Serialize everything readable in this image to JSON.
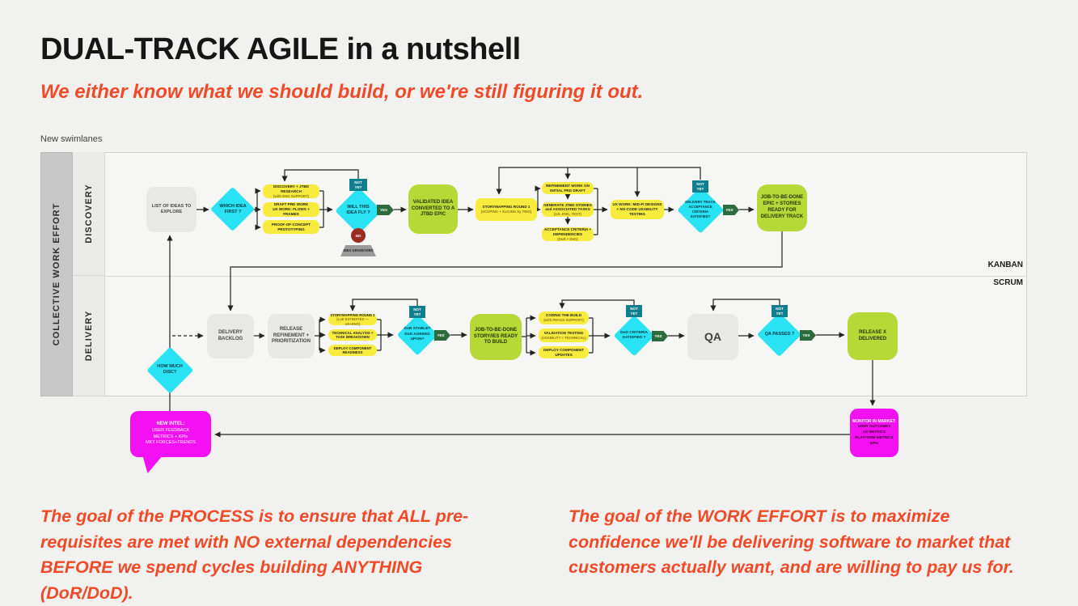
{
  "header": {
    "title": "DUAL-TRACK AGILE in a nutshell",
    "subtitle": "We either know what we should build, or we're still figuring it out.",
    "diagram_caption": "New swimlanes"
  },
  "lanes": {
    "outer": "COLLECTIVE WORK EFFORT",
    "discovery": "DISCOVERY",
    "delivery": "DELIVERY",
    "kanban": "KANBAN",
    "scrum": "SCRUM"
  },
  "badges": {
    "not_yet": "NOT YET",
    "yes": "YES",
    "no": "NO"
  },
  "discovery": {
    "list_ideas": "LIST OF IDEAS TO EXPLORE",
    "which_idea": "WHICH IDEA FIRST ?",
    "research": {
      "t": "DISCOVERY + JTBD RESEARCH",
      "s": "(with ENG SUPPORT)"
    },
    "prd": {
      "t": "DRAFT PRD WORK",
      "s": "UX WORK: FLOWS + FRAMES"
    },
    "poc": "PROOF-OF-CONCEPT PROTOTYPING",
    "will_fly": "WILL THIS IDEA FLY ?",
    "graveyard": "IDEA GRAVEYARD",
    "validated": "VALIDATED IDEA CONVERTED TO A JTBD EPIC",
    "storymap1": {
      "t": "STORYMAPPING ROUND 1",
      "s": "(SCOPING + SLICING by TRIO)"
    },
    "refinement": "REFINEMENT WORK ON INITIAL PRD DRAFT",
    "stories": {
      "t": "GENERATE JTBD STORIES and ASSOCIATED TASKS",
      "s": "(UX, ENG, TEST)"
    },
    "acceptance": {
      "t": "ACCEPTANCE CRITERIA + DEPENDENCIES",
      "s": "(DoR + DoD)"
    },
    "ux_work": "UX WORK: MID-FI DESIGNS + NO-CODE USABILITY TESTING",
    "track_ok": "DELIVERY TRACK ACCEPTANCE CRITERIA SATISFIED?",
    "epic_ready": "JOB-TO-BE-DONE EPIC + STORIES READY FOR DELIVERY TRACK"
  },
  "delivery": {
    "how_much": "HOW MUCH DISC?",
    "backlog": "DELIVERY BACKLOG",
    "refine": "RELEASE REFINEMENT + PRIORITIZATION",
    "storymap2": {
      "t": "STORYMAPPING ROUND 2",
      "s": "(LoE ESTIMATES — UX+ENG)"
    },
    "tech": "TECHNICAL ANALYSIS + TASK BREAKDOWN",
    "deploy_ready": "DEPLOY COMPONENT READINESS",
    "dor": "DoR STABLE? DoD AGREED UPON?",
    "story_ready": "JOB-TO-BE-DONE STORY/IES READY TO BUILD",
    "coding": {
      "t": "CODING THE BUILD",
      "s": "(with PM+UX SUPPORT)"
    },
    "validation": {
      "t": "VALIDATION TESTING",
      "s": "(USABILITY + TECHNICAL)"
    },
    "deploy_updates": "DEPLOY COMPONENT UPDATES",
    "dod": "DoD CRITERIA SATISFIED ?",
    "qa": "QA",
    "qa_passed": "QA PASSED ?",
    "release": "RELEASE X DELIVERED"
  },
  "feedback": {
    "new_intel": {
      "title": "NEW INTEL:",
      "l1": "USER FEEDBACK",
      "l2": "METRICS + KPIs",
      "l3": "MKT FORCES+TRENDS"
    },
    "monitor": {
      "title": "MONITOR IN MARKET:",
      "l1": "USER OUTCOMES",
      "l2": "UX METRICS",
      "l3": "PLATFORM METRICS",
      "l4": "KPIs"
    }
  },
  "footnotes": {
    "left": "The goal of the PROCESS is to ensure that ALL pre-requisites are met with NO external dependencies BEFORE we spend cycles building ANYTHING (DoR/DoD).",
    "right": "The goal of the WORK EFFORT is to maximize confidence we'll be delivering software to market that customers actually want, and are willing to pay us for."
  },
  "colors": {
    "accent_orange": "#F04A28",
    "cyan": "#29E2F4",
    "yellow": "#F7EC3E",
    "green": "#B6D938",
    "teal_not_yet": "#0F7F90",
    "green_yes": "#2E6B3C",
    "red_no": "#9C2B20",
    "magenta": "#F311F3"
  }
}
